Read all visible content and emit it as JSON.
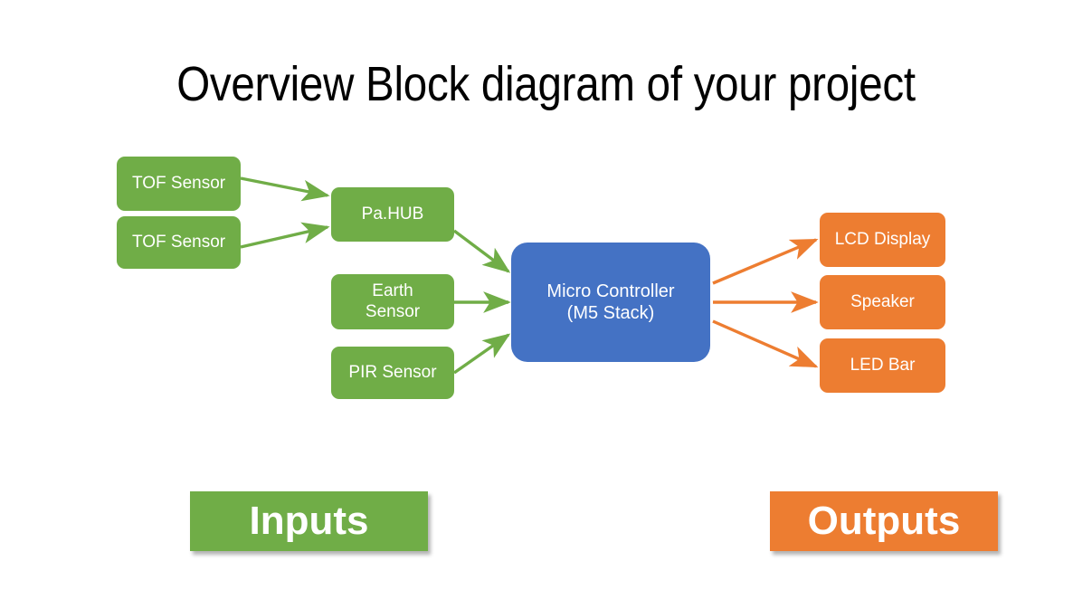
{
  "slide": {
    "title": "Overview Block diagram of your project",
    "background": "#ffffff"
  },
  "colors": {
    "input_green": "#70AD47",
    "output_orange": "#ED7D31",
    "controller_blue": "#4472C4",
    "text_white": "#FFFFFF",
    "title_black": "#000000"
  },
  "blocks": {
    "tof_sensor_1": {
      "label": "TOF Sensor",
      "color": "#70AD47",
      "align": "left"
    },
    "tof_sensor_2": {
      "label": "TOF Sensor",
      "color": "#70AD47",
      "align": "left"
    },
    "pa_hub": {
      "label": "Pa.HUB",
      "color": "#70AD47",
      "align": "center"
    },
    "earth_sensor": {
      "line1": "Earth",
      "line2": "Sensor",
      "color": "#70AD47",
      "align": "center"
    },
    "pir_sensor": {
      "label": "PIR Sensor",
      "color": "#70AD47",
      "align": "center"
    },
    "micro_controller": {
      "line1": "Micro Controller",
      "line2": "(M5 Stack)",
      "color": "#4472C4",
      "align": "center"
    },
    "lcd_display": {
      "label": "LCD Display",
      "color": "#ED7D31",
      "align": "center"
    },
    "speaker": {
      "label": "Speaker",
      "color": "#ED7D31",
      "align": "center"
    },
    "led_bar": {
      "label": "LED Bar",
      "color": "#ED7D31",
      "align": "center"
    }
  },
  "legend": {
    "inputs": {
      "label": "Inputs",
      "color": "#70AD47"
    },
    "outputs": {
      "label": "Outputs",
      "color": "#ED7D31"
    }
  },
  "connections": [
    {
      "from": "tof_sensor_1",
      "to": "pa_hub",
      "color": "#70AD47"
    },
    {
      "from": "tof_sensor_2",
      "to": "pa_hub",
      "color": "#70AD47"
    },
    {
      "from": "pa_hub",
      "to": "micro_controller",
      "color": "#70AD47"
    },
    {
      "from": "earth_sensor",
      "to": "micro_controller",
      "color": "#70AD47"
    },
    {
      "from": "pir_sensor",
      "to": "micro_controller",
      "color": "#70AD47"
    },
    {
      "from": "micro_controller",
      "to": "lcd_display",
      "color": "#ED7D31"
    },
    {
      "from": "micro_controller",
      "to": "speaker",
      "color": "#ED7D31"
    },
    {
      "from": "micro_controller",
      "to": "led_bar",
      "color": "#ED7D31"
    }
  ]
}
